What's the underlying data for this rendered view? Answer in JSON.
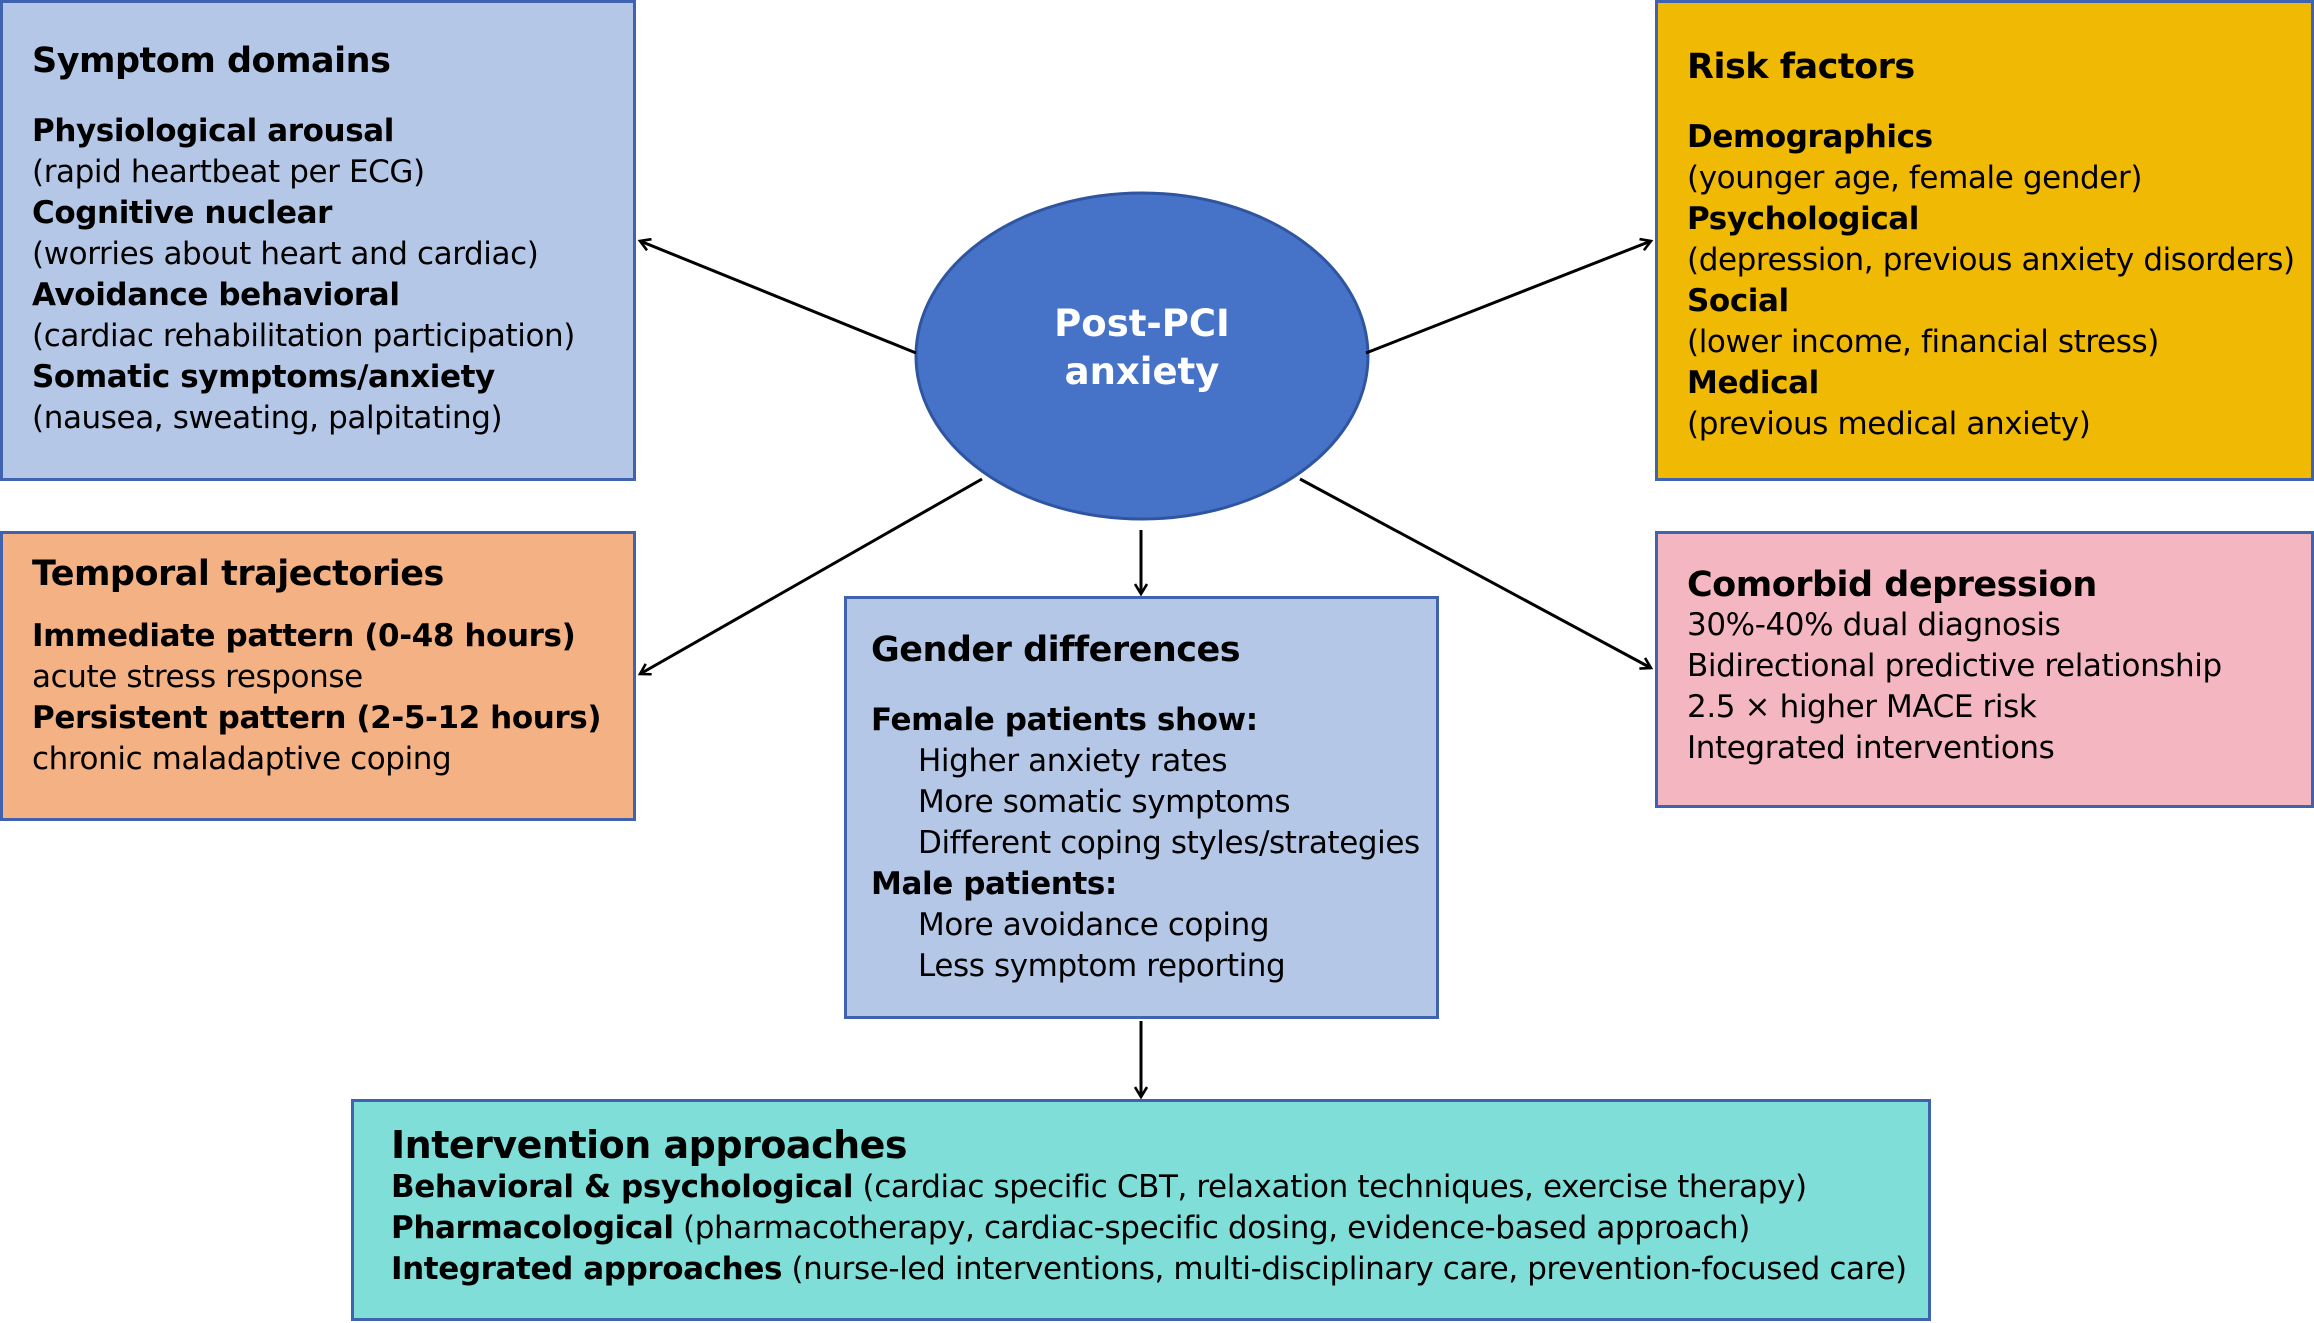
{
  "hub": {
    "line1": "Post-PCI",
    "line2": "anxiety",
    "color": "#4673c8"
  },
  "symptom_domains": {
    "title": "Symptom domains",
    "items": [
      {
        "label": "Physiological arousal",
        "detail": "(rapid heartbeat per ECG)"
      },
      {
        "label": "Cognitive nuclear",
        "detail": "(worries about heart and cardiac)"
      },
      {
        "label": "Avoidance behavioral",
        "detail": "(cardiac rehabilitation participation)"
      },
      {
        "label": "Somatic symptoms/anxiety",
        "detail": "(nausea, sweating, palpitating)"
      }
    ],
    "color": "#b4c7e7"
  },
  "risk_factors": {
    "title": "Risk factors",
    "items": [
      {
        "label": "Demographics",
        "detail": "(younger age, female gender)"
      },
      {
        "label": "Psychological",
        "detail": "(depression, previous anxiety disorders)"
      },
      {
        "label": "Social",
        "detail": "(lower income, financial stress)"
      },
      {
        "label": "Medical",
        "detail": "(previous medical anxiety)"
      }
    ],
    "color": "#f0b904"
  },
  "temporal_trajectories": {
    "title": "Temporal trajectories",
    "items": [
      {
        "label": "Immediate pattern (0-48 hours)",
        "detail": "acute stress response"
      },
      {
        "label": "Persistent pattern (2-5-12 hours)",
        "detail": "chronic maladaptive coping"
      }
    ],
    "color": "#f4b183"
  },
  "gender_differences": {
    "title": "Gender differences",
    "female_heading": "Female patients show:",
    "female_items": [
      "Higher anxiety rates",
      "More somatic symptoms",
      "Different coping styles/strategies"
    ],
    "male_heading": "Male patients:",
    "male_items": [
      "More avoidance coping",
      "Less symptom reporting"
    ],
    "color": "#b4c7e7"
  },
  "comorbid_depression": {
    "title": "Comorbid depression",
    "items": [
      "30%-40% dual diagnosis",
      "Bidirectional predictive relationship",
      "2.5 × higher MACE risk",
      "Integrated interventions"
    ],
    "color": "#f4b6c0"
  },
  "intervention_approaches": {
    "title": "Intervention approaches",
    "items": [
      {
        "label": "Behavioral & psychological",
        "detail": " (cardiac specific CBT, relaxation techniques, exercise therapy)"
      },
      {
        "label": "Pharmacological",
        "detail": " (pharmacotherapy, cardiac-specific dosing, evidence-based approach)"
      },
      {
        "label": "Integrated approaches",
        "detail": " (nurse-led interventions, multi-disciplinary care, prevention-focused care)"
      }
    ],
    "color": "#7fdfd8"
  },
  "connections": [
    {
      "from": "hub",
      "to": "symptom_domains"
    },
    {
      "from": "hub",
      "to": "risk_factors"
    },
    {
      "from": "hub",
      "to": "temporal_trajectories"
    },
    {
      "from": "hub",
      "to": "comorbid_depression"
    },
    {
      "from": "hub",
      "to": "gender_differences"
    },
    {
      "from": "gender_differences",
      "to": "intervention_approaches"
    }
  ]
}
